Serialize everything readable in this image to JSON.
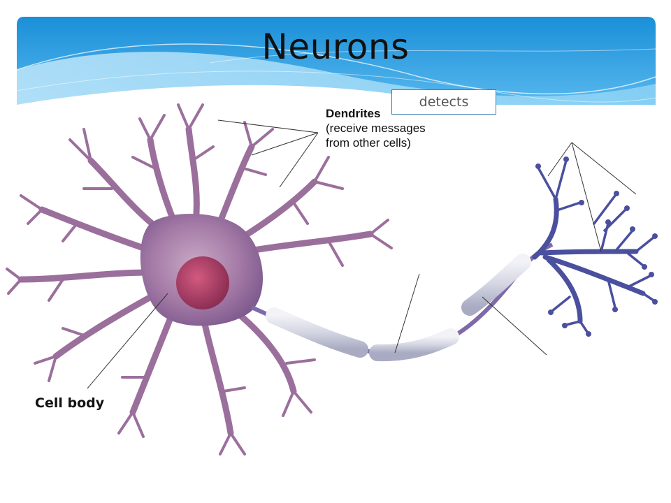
{
  "slide": {
    "title": "Neurons"
  },
  "diagram": {
    "answer_box": "detects",
    "labels": {
      "dendrites_title": "Dendrites",
      "dendrites_description": "(receive messages\nfrom other cells)",
      "cell_body": "Cell body"
    }
  },
  "colors": {
    "header_blue_dark": "#1a8fd8",
    "header_blue_light": "#8dd3f5",
    "cell_purple": "#9b6f9c",
    "nucleus": "#b03d62",
    "axon_terminal_blue": "#4a4f9e",
    "myelin": "#d9dbe6"
  }
}
